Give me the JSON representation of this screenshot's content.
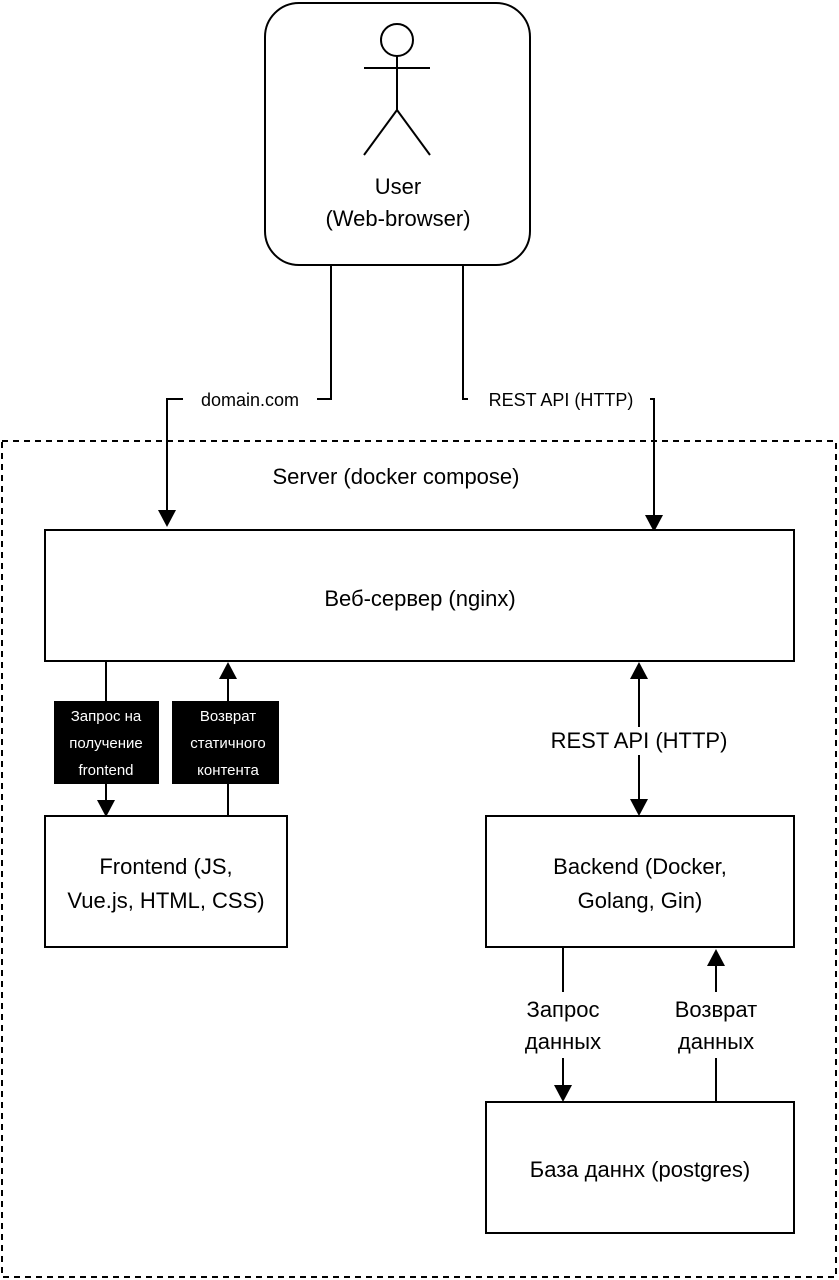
{
  "user": {
    "line1": "User",
    "line2": "(Web-browser)"
  },
  "server": {
    "title": "Server (docker compose)"
  },
  "nodes": {
    "nginx": "Веб-сервер (nginx)",
    "frontend": {
      "line1": "Frontend (JS,",
      "line2": "Vue.js, HTML, CSS)"
    },
    "backend": {
      "line1": "Backend (Docker,",
      "line2": "Golang, Gin)"
    },
    "db": "База даннх (postgres)"
  },
  "edges": {
    "user_nginx_domain": "domain.com",
    "user_nginx_rest": "REST API (HTTP)",
    "nginx_backend_rest": "REST API (HTTP)",
    "frontend_request": [
      "Запрос на",
      "получение",
      "frontend"
    ],
    "frontend_return": [
      "Возврат",
      "статичного",
      "контента"
    ],
    "data_request": [
      "Запрос",
      "данных"
    ],
    "data_return": [
      "Возврат",
      "данных"
    ]
  }
}
